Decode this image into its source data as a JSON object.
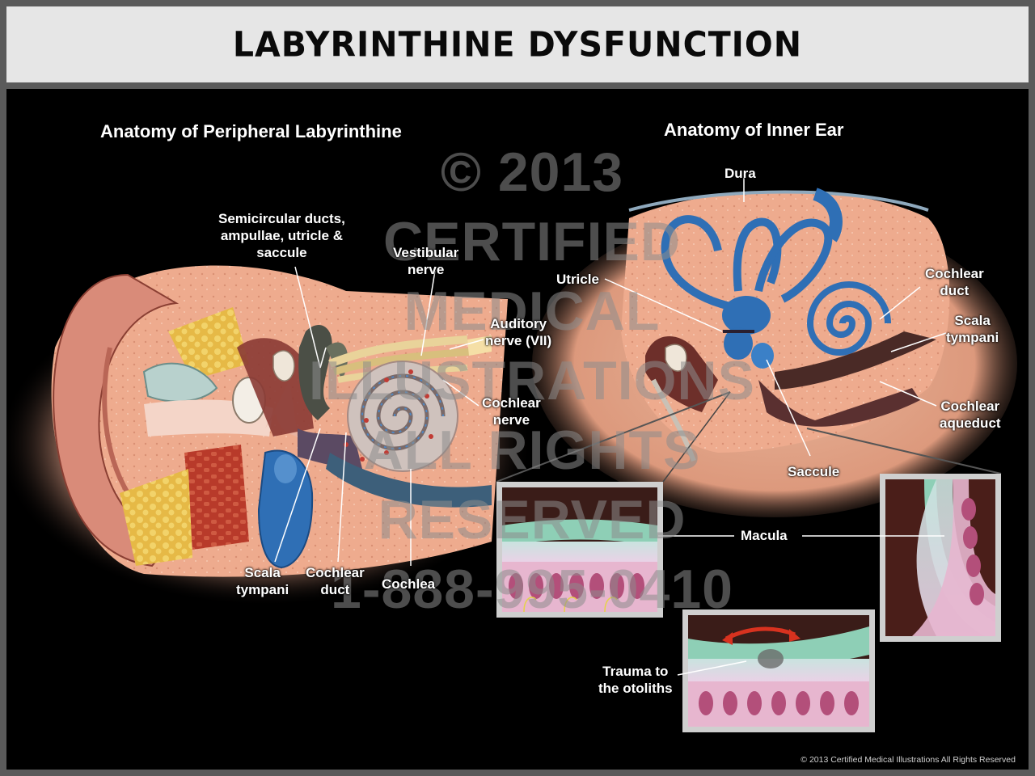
{
  "title": "LABYRINTHINE DYSFUNCTION",
  "headings": {
    "left": "Anatomy of Peripheral Labyrinthine",
    "right": "Anatomy of Inner Ear"
  },
  "labels": {
    "semicircular_line1": "Semicircular ducts,",
    "semicircular_line2": "ampullae, utricle &",
    "semicircular_line3": "saccule",
    "vestibular_line1": "Vestibular",
    "vestibular_line2": "nerve",
    "auditory_line1": "Auditory",
    "auditory_line2": "nerve (VII)",
    "cochlear_nerve_line1": "Cochlear",
    "cochlear_nerve_line2": "nerve",
    "scala_left_line1": "Scala",
    "scala_left_line2": "tympani",
    "cochlear_duct_left_line1": "Cochlear",
    "cochlear_duct_left_line2": "duct",
    "cochlea": "Cochlea",
    "dura": "Dura",
    "utricle": "Utricle",
    "cochlear_duct_right_line1": "Cochlear",
    "cochlear_duct_right_line2": "duct",
    "scala_right_line1": "Scala",
    "scala_right_line2": "tympani",
    "aqueduct_line1": "Cochlear",
    "aqueduct_line2": "aqueduct",
    "saccule": "Saccule",
    "macula": "Macula",
    "trauma_line1": "Trauma to",
    "trauma_line2": "the otoliths"
  },
  "watermark": {
    "line1": "© 2013",
    "line2": "CERTIFIED",
    "line3": "MEDICAL",
    "line4": "ILLUSTRATIONS",
    "line5": "ALL RIGHTS",
    "line6": "RESERVED",
    "line7": "1-888-995-0410"
  },
  "copyright": "© 2013 Certified Medical Illustrations All Rights Reserved",
  "colors": {
    "background": "#000000",
    "title_bar": "#e6e6e6",
    "bone": "#e9a68c",
    "labyrinth_blue": "#2f6fb5",
    "tissue": "#f0b8a0"
  }
}
